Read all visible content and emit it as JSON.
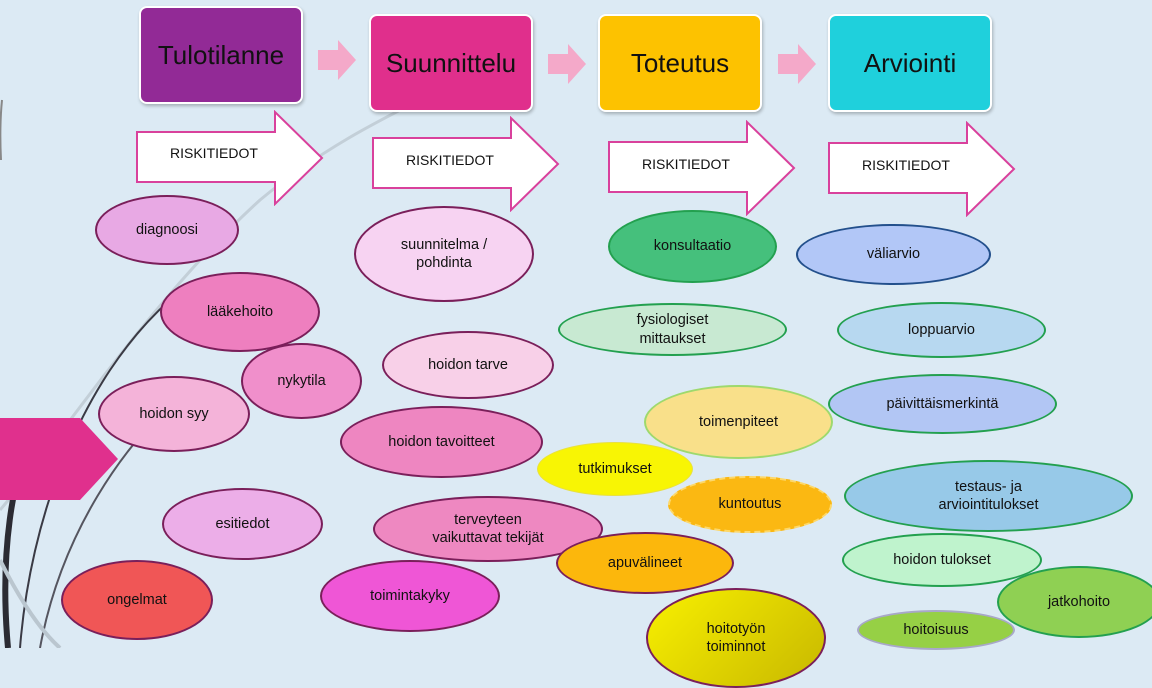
{
  "stages": [
    {
      "label": "Tulotilanne",
      "color": "#922a96"
    },
    {
      "label": "Suunnittelu",
      "color": "#e02f8c"
    },
    {
      "label": "Toteutus",
      "color": "#fdc200"
    },
    {
      "label": "Arviointi",
      "color": "#1fd0dc"
    }
  ],
  "risk_label": "RISKITIEDOT",
  "bubbles": {
    "diagnoosi": "diagnoosi",
    "laakehoito": "lääkehoito",
    "nykytila": "nykytila",
    "hoidon_syy": "hoidon syy",
    "esitiedot": "esitiedot",
    "ongelmat": "ongelmat",
    "suunnitelma": "suunnitelma  /\npohdinta",
    "hoidon_tarve": "hoidon tarve",
    "hoidon_tavoitteet": "hoidon tavoitteet",
    "terveyteen": "terveyteen\nvaikuttavat  tekijät",
    "toimintakyky": "toimintakyky",
    "konsultaatio": "konsultaatio",
    "fysiologiset": "fysiologiset\nmittaukset",
    "toimenpiteet": "toimenpiteet",
    "tutkimukset": "tutkimukset",
    "kuntoutus": "kuntoutus",
    "apuvalineet": "apuvälineet",
    "hoitotyon": "hoitotyön\ntoiminnot",
    "valiarvio": "väliarvio",
    "loppuarvio": "loppuarvio",
    "paivittais": "päivittäismerkintä",
    "testaus": "testaus-  ja\narviointitulokset",
    "hoidon_tulokset": "hoidon tulokset",
    "jatkohoito": "jatkohoito",
    "hoitoisuus": "hoitoisuus"
  },
  "colors": {
    "background": "#dceaf4",
    "step_arrow": "#f4a9c9",
    "risk_arrow_border": "#d9419c",
    "side_tab": "#e0308d"
  }
}
